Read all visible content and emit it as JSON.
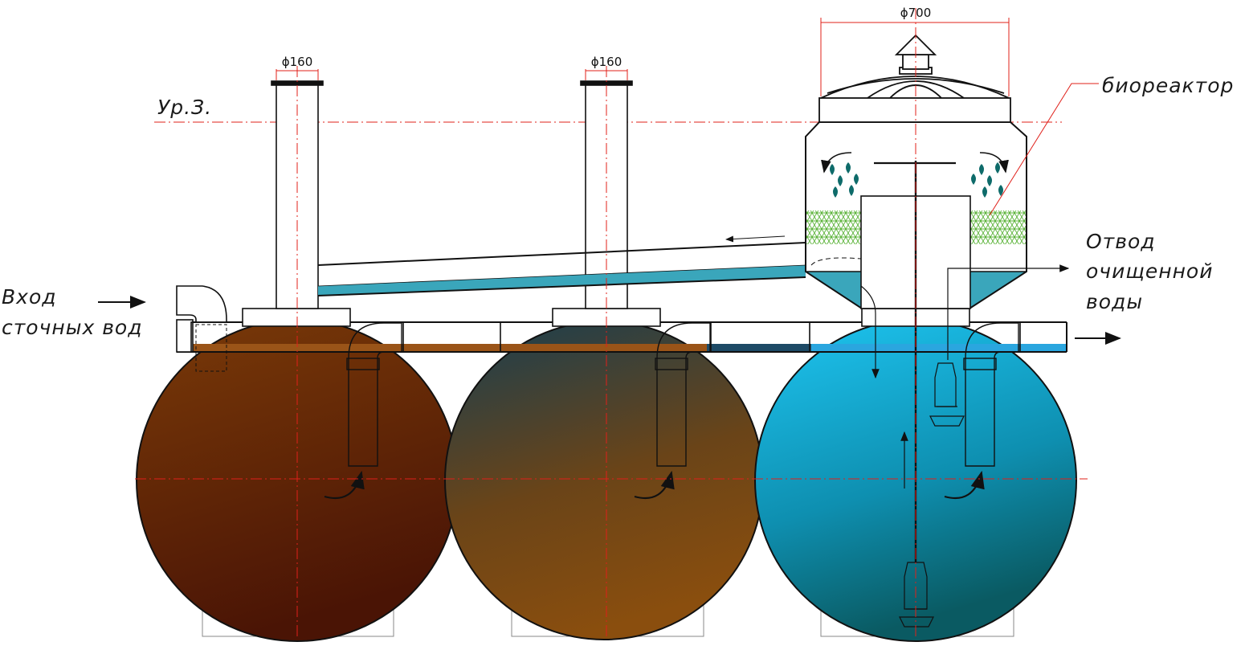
{
  "diagram": {
    "labels": {
      "ground_level": "Ур.З.",
      "inlet_line1": "Вход",
      "inlet_line2": "сточных вод",
      "bioreactor": "биореактор",
      "outlet_line1": "Отвод",
      "outlet_line2": "очищенной",
      "outlet_line3": "воды"
    },
    "dimensions": {
      "riser1": "ϕ160",
      "riser2": "ϕ160",
      "bioreactor_diameter": "ϕ700"
    },
    "colors": {
      "tank1_top": "#7a3a08",
      "tank1_bottom": "#4a1405",
      "tank2_top": "#1c3f4e",
      "tank2_bottom": "#8a4e0e",
      "tank3_top": "#1ec6f2",
      "tank3_bottom": "#0a6a78",
      "water_blue": "#3aa6bb",
      "bio_media": "#6fbf4a",
      "axis_red": "#e0201a",
      "stroke": "#111111"
    }
  }
}
